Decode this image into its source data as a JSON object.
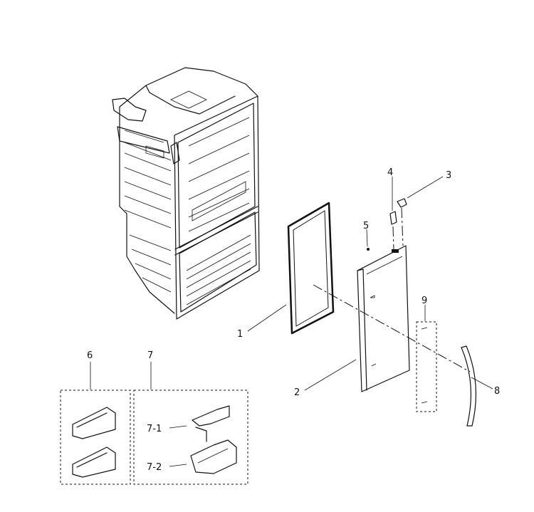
{
  "callouts": {
    "p1": "1",
    "p2": "2",
    "p3": "3",
    "p4": "4",
    "p5": "5",
    "p6": "6",
    "p7": "7",
    "p7_1": "7-1",
    "p7_2": "7-2",
    "p8": "8",
    "p9": "9"
  }
}
